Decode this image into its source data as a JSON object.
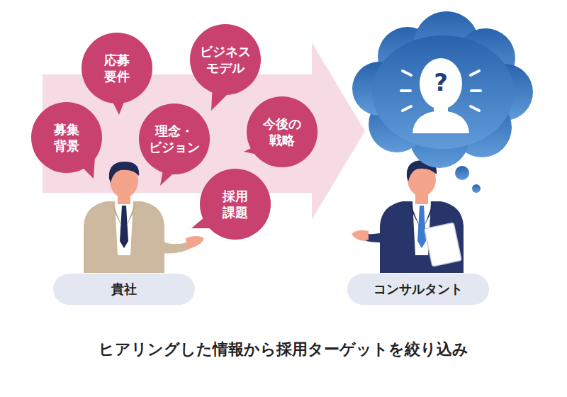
{
  "diagram": {
    "caption": "ヒアリングした情報から採用ターゲットを絞り込み",
    "nodes": [
      {
        "text": [
          "応募 要件"
        ]
      },
      {
        "text": [
          "ビジネス モデル"
        ]
      },
      {
        "text": [
          "募集 背景"
        ]
      },
      {
        "text": [
          "理念・ ビジョン"
        ]
      },
      {
        "text": [
          "今後の 戦略"
        ]
      },
      {
        "text": [
          "採用 課題"
        ]
      },
      {
        "text": [
          "貴社"
        ]
      },
      {
        "text": [
          "コンサルタント"
        ]
      }
    ],
    "labels": [
      "?"
    ]
  }
}
